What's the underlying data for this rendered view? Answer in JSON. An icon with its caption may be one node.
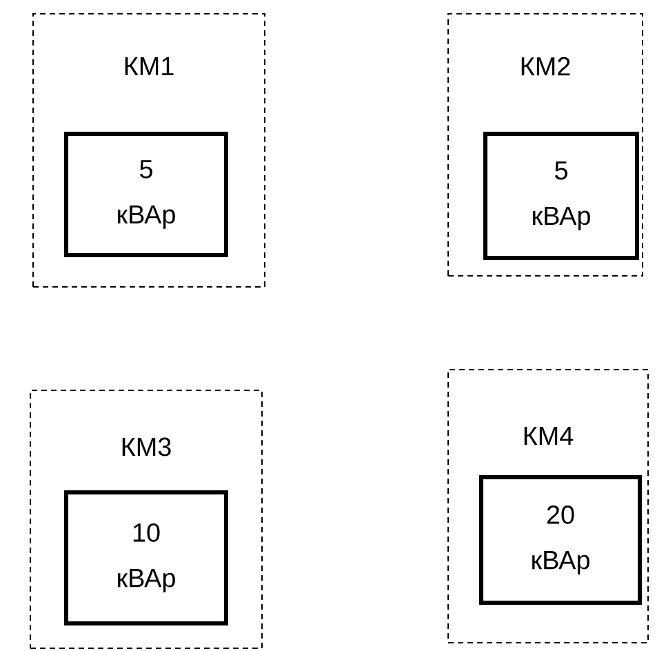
{
  "diagram": {
    "nodes": [
      {
        "text": [
          "КМ1"
        ]
      },
      {
        "text": [
          "5 кВАр"
        ],
        "in": 0
      },
      {
        "text": [
          "КМ2"
        ]
      },
      {
        "text": [
          "5 кВАр"
        ],
        "in": 2
      },
      {
        "text": [
          "КМ3"
        ]
      },
      {
        "text": [
          "10 кВАр"
        ],
        "in": 4
      },
      {
        "text": [
          "КМ4"
        ]
      },
      {
        "text": [
          "20 кВАр"
        ],
        "in": 6
      }
    ]
  }
}
